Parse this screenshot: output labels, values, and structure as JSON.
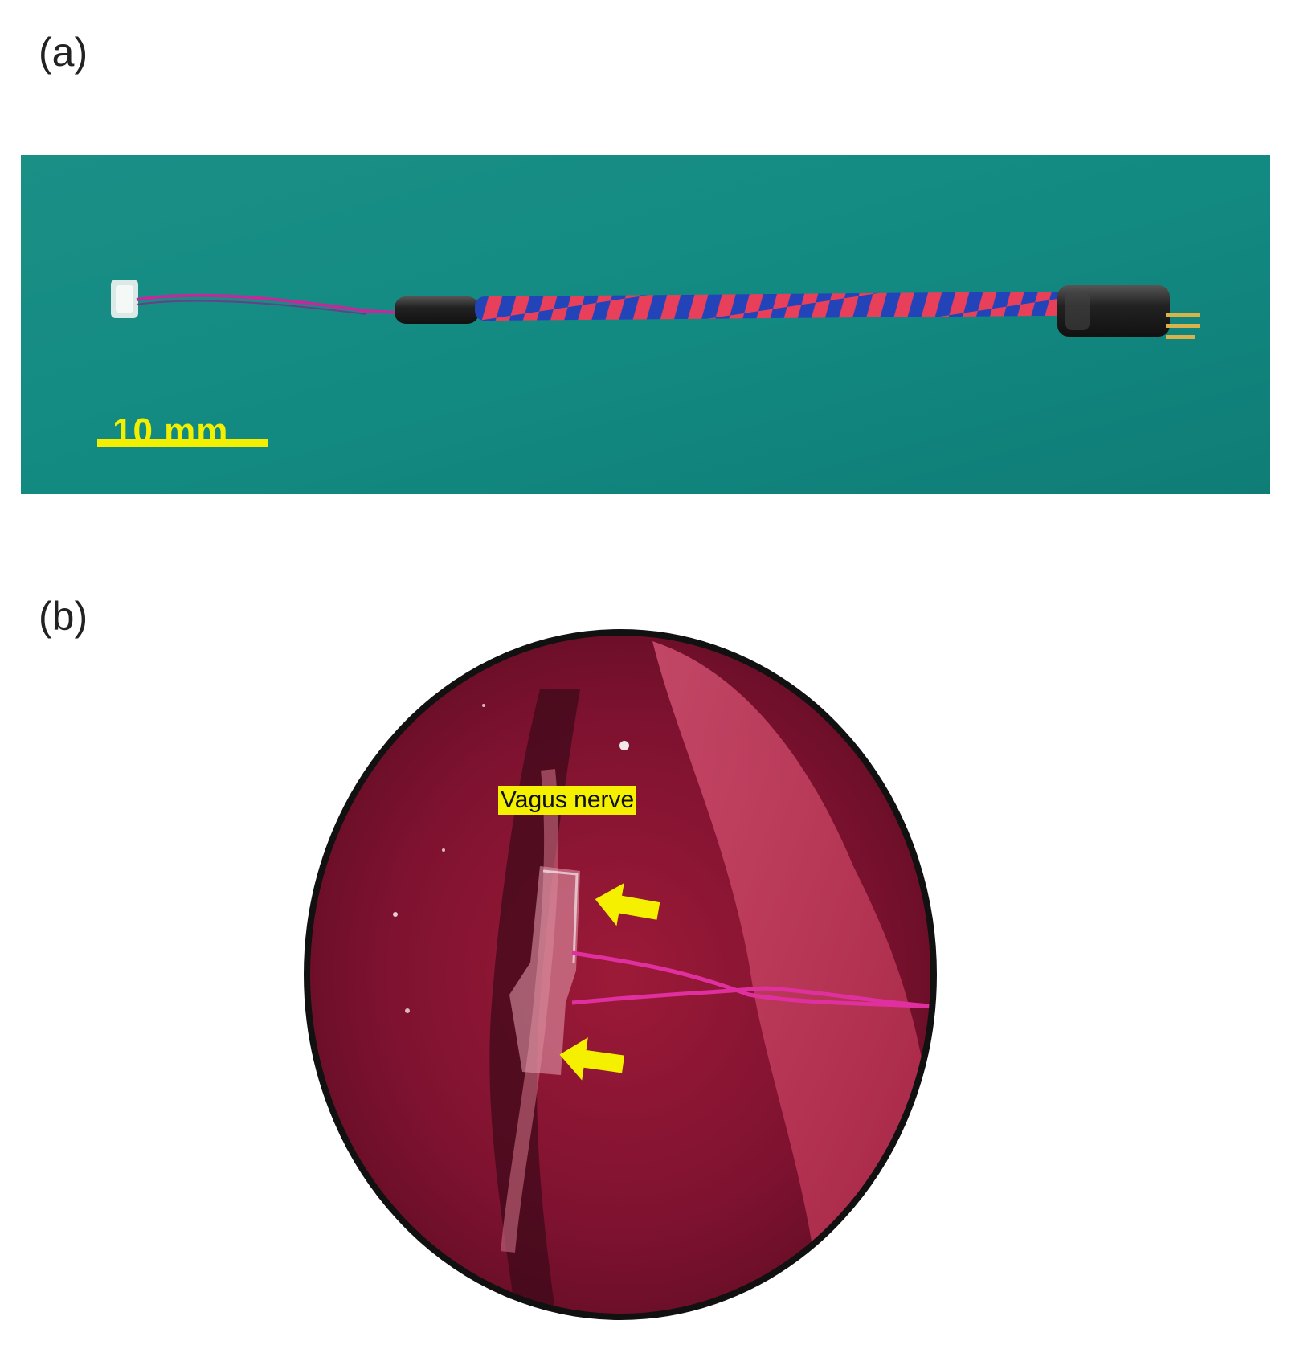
{
  "panel_a": {
    "label": "(a)",
    "scale_bar_text": "10 mm",
    "background_color": "#128a82",
    "scale_bar_color": "#f2f000",
    "wire_colors": {
      "red": "#e8405a",
      "blue": "#2244b8",
      "thin": "#c02a9a"
    }
  },
  "panel_b": {
    "label": "(b)",
    "annotation": "Vagus nerve",
    "annotation_bg": "#f4f000",
    "arrow_color": "#f4f000",
    "tissue_color": "#8a1530"
  }
}
